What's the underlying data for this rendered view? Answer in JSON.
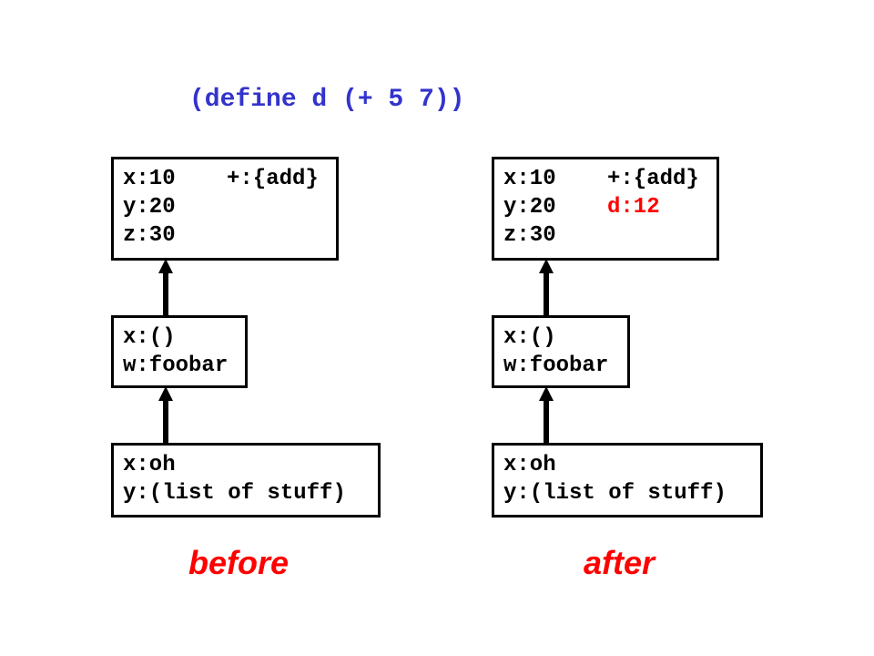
{
  "expression": "(define d (+ 5 7))",
  "colors": {
    "expression": "#3333cc",
    "highlight": "#ff0000",
    "label": "#ff0000"
  },
  "before": {
    "label": "before",
    "global_frame": {
      "rows": [
        {
          "left": "x:10",
          "right": "+:{add}"
        },
        {
          "left": "y:20",
          "right": ""
        },
        {
          "left": "z:30",
          "right": ""
        }
      ]
    },
    "middle_frame": {
      "rows": [
        "x:()",
        "w:foobar"
      ]
    },
    "bottom_frame": {
      "rows": [
        "x:oh",
        "y:(list of stuff)"
      ]
    }
  },
  "after": {
    "label": "after",
    "global_frame": {
      "rows": [
        {
          "left": "x:10",
          "right": "+:{add}"
        },
        {
          "left": "y:20",
          "right": "d:12"
        },
        {
          "left": "z:30",
          "right": ""
        }
      ]
    },
    "middle_frame": {
      "rows": [
        "x:()",
        "w:foobar"
      ]
    },
    "bottom_frame": {
      "rows": [
        "x:oh",
        "y:(list of stuff)"
      ]
    }
  }
}
